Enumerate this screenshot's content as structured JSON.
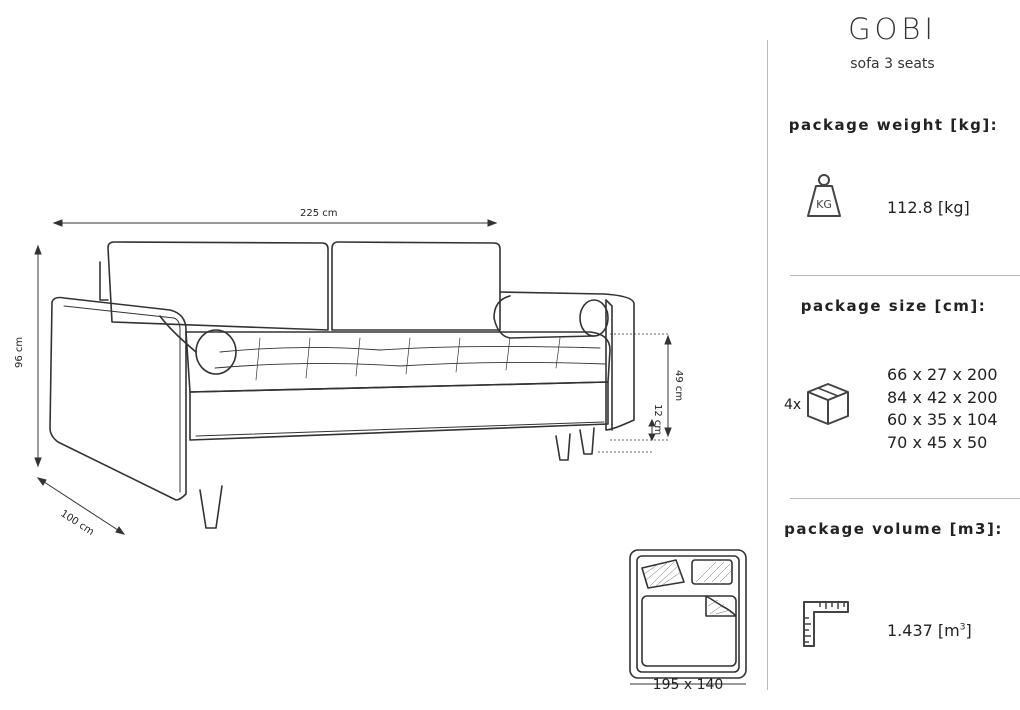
{
  "product": {
    "name": "GOBI",
    "subtitle": "sofa 3 seats"
  },
  "weight": {
    "heading": "package weight [kg]:",
    "icon": "weight-kg-icon",
    "icon_label": "KG",
    "value": "112.8 [kg]"
  },
  "size": {
    "heading": "package size [cm]:",
    "icon": "package-box-icon",
    "quantity": "4x",
    "packages": [
      "66 x 27 x 200",
      "84 x 42 x 200",
      "60 x 35 x 104",
      "70 x 45 x 50"
    ]
  },
  "volume": {
    "heading": "package volume [m3]:",
    "icon": "ruler-corner-icon",
    "value": "1.437 [m",
    "unit_exp": "3",
    "value_suffix": "]"
  },
  "dimensions": {
    "width": "225 cm",
    "height": "96 cm",
    "depth": "100 cm",
    "seat_height": "49 cm",
    "leg_height": "12 cm"
  },
  "sleeping_area": {
    "label": "195 x 140",
    "icon": "bed-layout-icon"
  }
}
